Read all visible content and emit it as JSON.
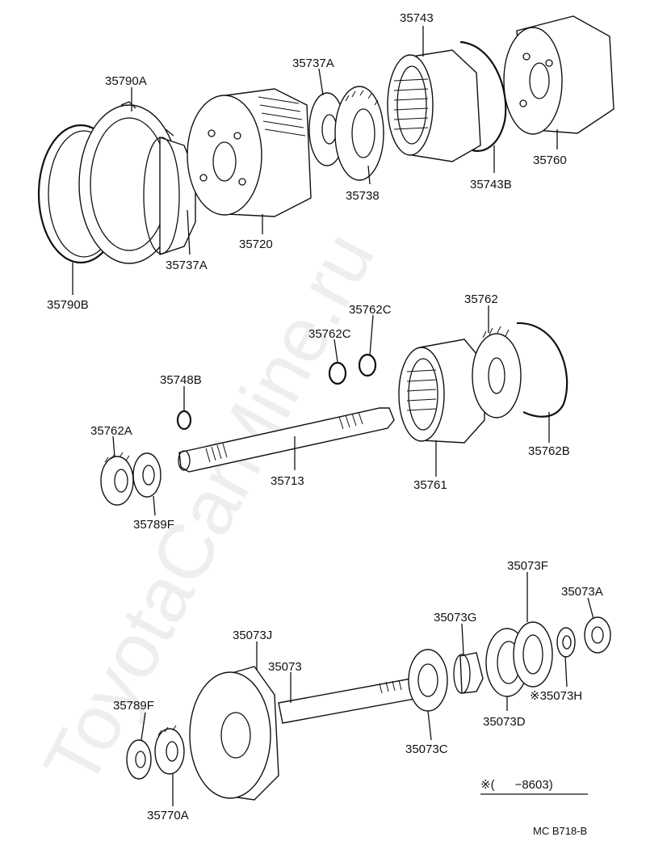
{
  "labels": {
    "p35743": "35743",
    "p35737A_top": "35737A",
    "p35790A": "35790A",
    "p35760": "35760",
    "p35743B": "35743B",
    "p35738": "35738",
    "p35720": "35720",
    "p35737A_bottom": "35737A",
    "p35790B": "35790B",
    "p35762C_a": "35762C",
    "p35762C_b": "35762C",
    "p35762": "35762",
    "p35748B": "35748B",
    "p35762A": "35762A",
    "p35713": "35713",
    "p35761": "35761",
    "p35762B": "35762B",
    "p35789F_top": "35789F",
    "p35073F": "35073F",
    "p35073A": "35073A",
    "p35073G": "35073G",
    "p35073J": "35073J",
    "p35073": "35073",
    "p35073H": "※35073H",
    "p35073D": "35073D",
    "p35789F_bottom": "35789F",
    "p35073C": "35073C",
    "p35770A": "35770A"
  },
  "footnote": "※(      −8603)",
  "diagram_code": "MC B718-B",
  "watermark": "ToyotaCarMine.ru"
}
